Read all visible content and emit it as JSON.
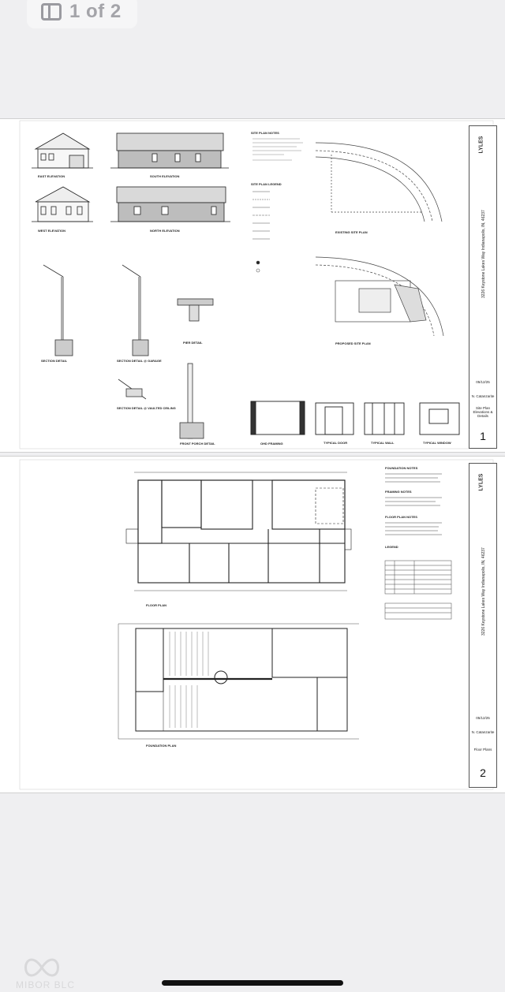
{
  "pager": {
    "label": "1 of 2",
    "icon": "document-pages-icon"
  },
  "sheet1": {
    "labels": {
      "east_elevation": "EAST ELEVATION",
      "south_elevation": "SOUTH ELEVATION",
      "west_elevation": "WEST ELEVATION",
      "north_elevation": "NORTH ELEVATION",
      "site_plan_notes": "SITE PLAN NOTES",
      "site_plan_legend": "SITE PLAN LEGEND",
      "existing_site_plan": "EXISTING SITE PLAN",
      "proposed_site_plan": "PROPOSED SITE PLAN",
      "section_detail": "SECTION DETAIL",
      "section_detail_garage": "SECTION DETAIL @ GARAGE",
      "section_detail_vaulted": "SECTION DETAIL @ VAULTED CEILING",
      "pier_detail": "PIER DETAIL",
      "front_porch_detail": "FRONT PORCH DETAIL",
      "ohd_framing": "OHD FRAMING",
      "typical_door": "TYPICAL DOOR",
      "typical_wall": "TYPICAL WALL",
      "typical_window": "TYPICAL WINDOW"
    },
    "title_block": {
      "logo": "LYLES",
      "address": "3226 Keystone Lakes Way Indianapolis, IN, 46237",
      "date": "05/12/25",
      "drawn_by": "N. Catanzarite",
      "sheet_title": "Site Plan Elevations & Details",
      "sheet_number": "1"
    }
  },
  "sheet2": {
    "labels": {
      "foundation_notes": "FOUNDATION NOTES",
      "framing_notes": "FRAMING NOTES",
      "floor_plan_notes": "FLOOR PLAN NOTES",
      "legend": "LEGEND",
      "floor_plan": "FLOOR PLAN",
      "foundation_plan": "FOUNDATION PLAN"
    },
    "title_block": {
      "logo": "LYLES",
      "address": "3226 Keystone Lakes Way Indianapolis, IN, 46237",
      "date": "05/12/25",
      "drawn_by": "N. Catanzarite",
      "sheet_title": "Floor Plans",
      "sheet_number": "2"
    }
  },
  "watermark": {
    "text": "MIBOR BLC"
  }
}
